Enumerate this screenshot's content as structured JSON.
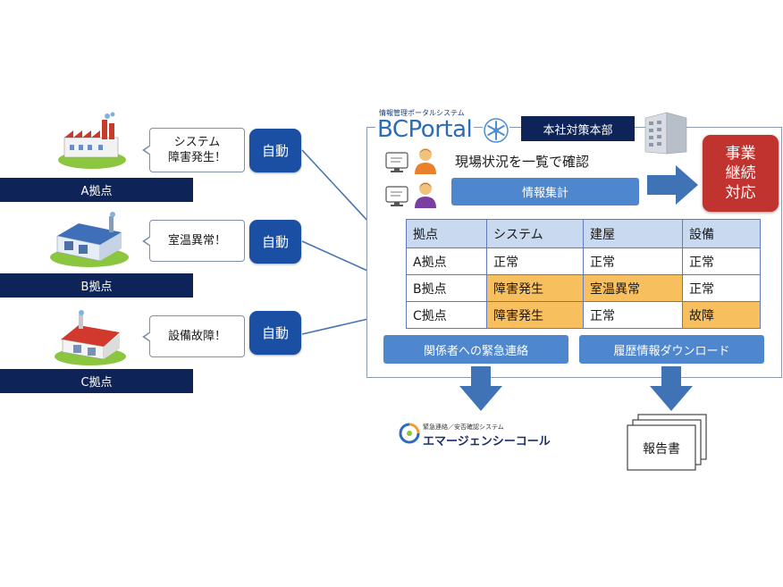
{
  "sites": [
    {
      "name": "A拠点",
      "message": "システム\n障害発生！",
      "auto_label": "自動"
    },
    {
      "name": "B拠点",
      "message": "室温異常！",
      "auto_label": "自動"
    },
    {
      "name": "C拠点",
      "message": "設備故障！",
      "auto_label": "自動"
    }
  ],
  "portal": {
    "tagline": "情報管理ポータルシステム",
    "logo_text": "BCPortal",
    "hq_label": "本社対策本部",
    "overview_text": "現場状況を一覧で確認",
    "aggregate_label": "情報集計",
    "bcp_label": "事業\n継続\n対応"
  },
  "status_table": {
    "headers": [
      "拠点",
      "システム",
      "建屋",
      "設備"
    ],
    "rows": [
      [
        "A拠点",
        "正常",
        "正常",
        "正常"
      ],
      [
        "B拠点",
        "障害発生",
        "室温異常",
        "正常"
      ],
      [
        "C拠点",
        "障害発生",
        "正常",
        "故障"
      ]
    ],
    "highlight_color": "#f7bf5e"
  },
  "actions": {
    "emergency_contact": "関係者への緊急連絡",
    "history_download": "履歴情報ダウンロード"
  },
  "outputs": {
    "emergency_call_tagline": "緊急連絡／安否確認システム",
    "emergency_call_name": "エマージェンシーコール",
    "report_label": "報告書"
  },
  "colors": {
    "navy": "#0e2358",
    "auto_blue": "#1a4fa3",
    "pill_blue": "#4f87cf",
    "bcp_red": "#c0332e",
    "arrow_blue": "#3f73b6"
  }
}
